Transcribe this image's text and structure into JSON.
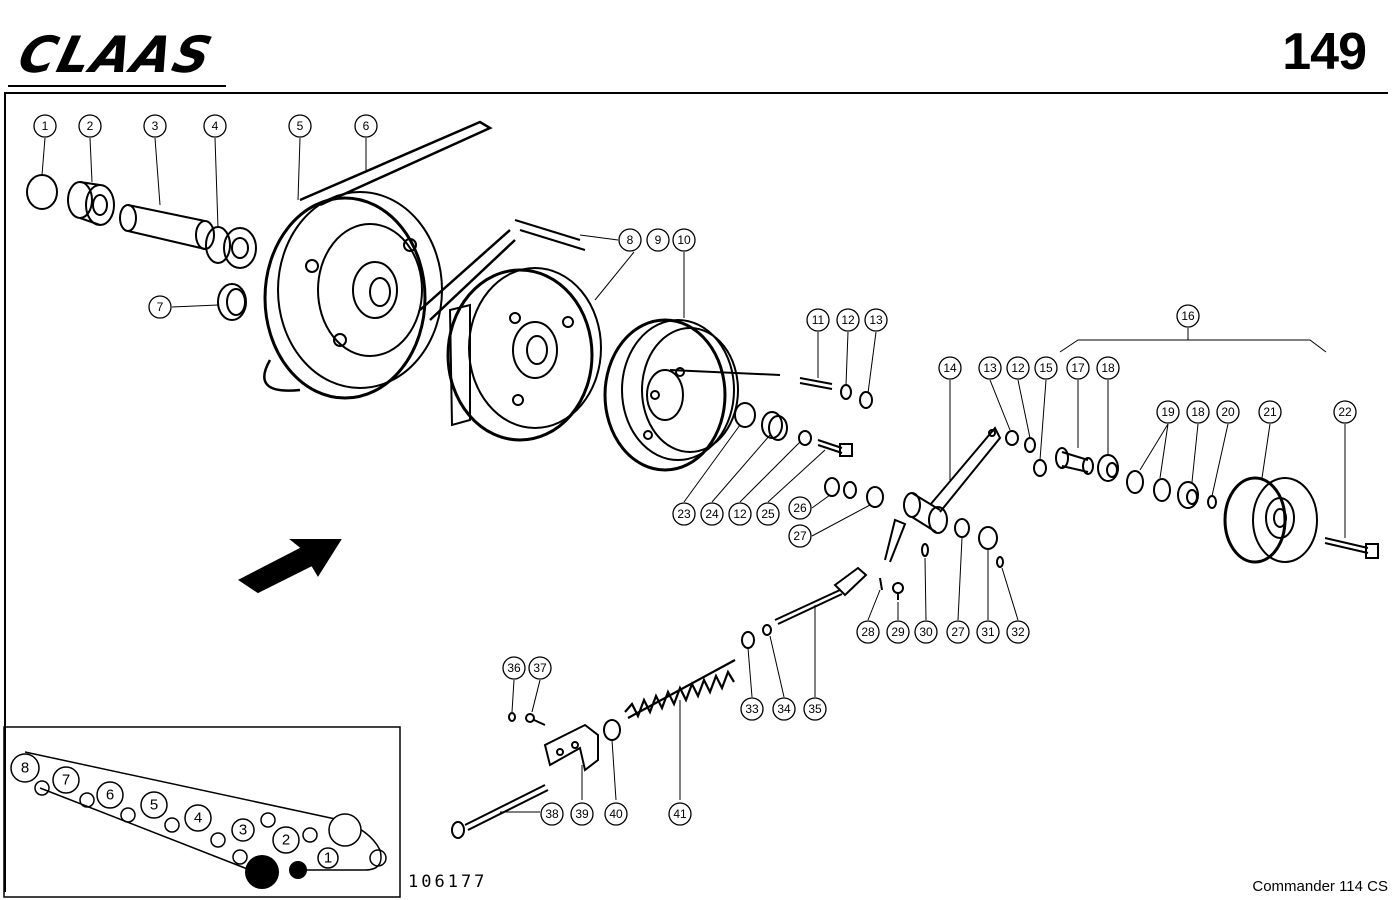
{
  "header": {
    "brand": "CLAAS",
    "page_number": "149"
  },
  "footer": {
    "drawing_number": "106177",
    "model": "Commander 114 CS"
  },
  "callouts": [
    "1",
    "2",
    "3",
    "4",
    "5",
    "6",
    "7",
    "8",
    "9",
    "10",
    "11",
    "12",
    "13",
    "23",
    "24",
    "12",
    "25",
    "26",
    "27",
    "16",
    "14",
    "13",
    "12",
    "15",
    "17",
    "18",
    "19",
    "18",
    "20",
    "21",
    "22",
    "28",
    "29",
    "30",
    "27",
    "31",
    "32",
    "33",
    "34",
    "35",
    "36",
    "37",
    "38",
    "39",
    "40",
    "41"
  ],
  "inset": {
    "labels": [
      "8",
      "7",
      "6",
      "5",
      "4",
      "3",
      "2",
      "1"
    ]
  }
}
